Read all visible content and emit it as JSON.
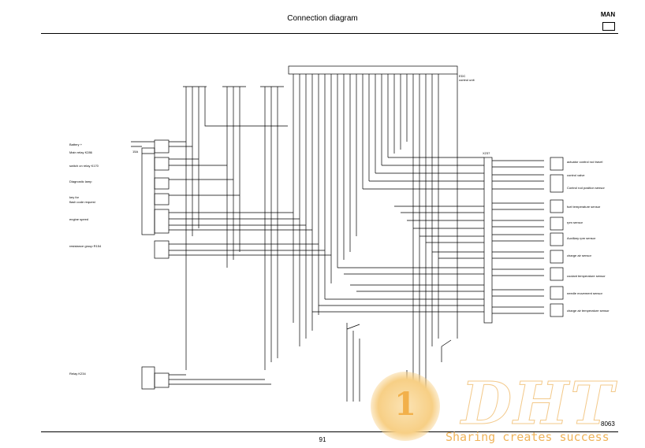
{
  "header": {
    "title": "Connection diagram"
  },
  "footer": {
    "page_number": "91",
    "doc_number": "8063"
  },
  "logo": {
    "text": "MAN"
  },
  "watermark": {
    "slogan": "Sharing creates success"
  },
  "colors": {
    "ink": "#000000",
    "watermark": "#f0b45a"
  }
}
